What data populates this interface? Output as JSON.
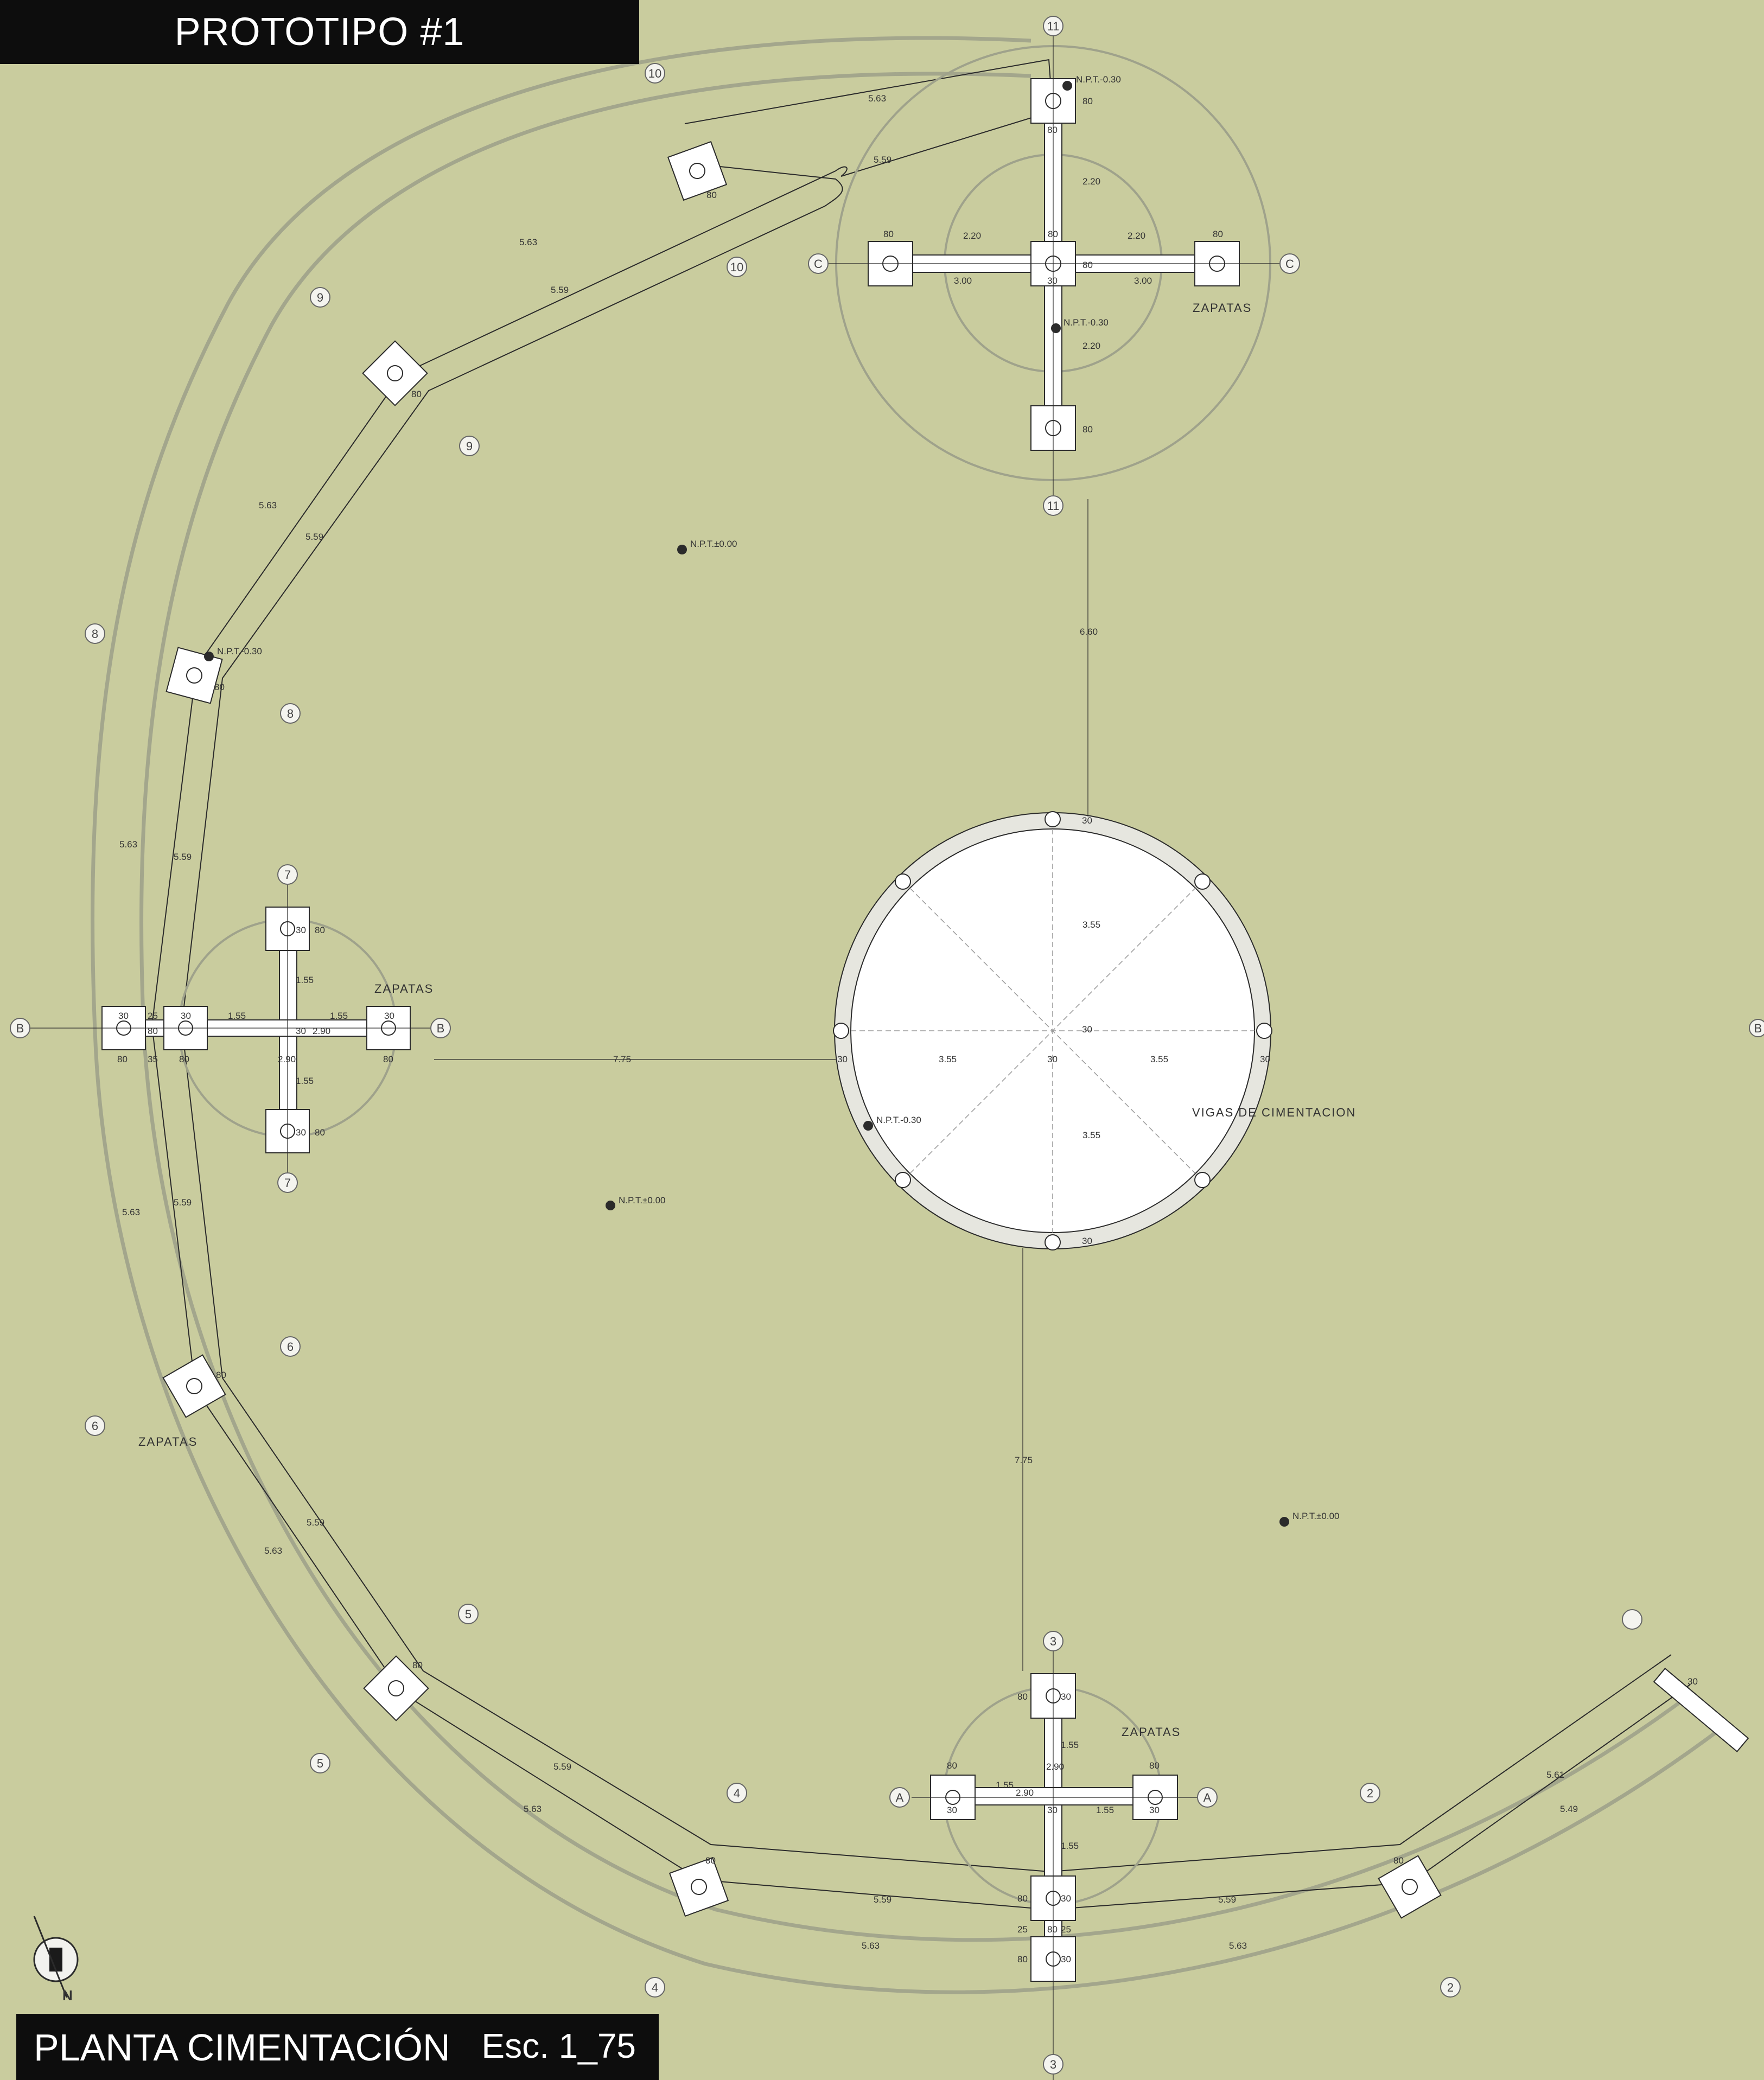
{
  "title": "PROTOTIPO #1",
  "footer": {
    "sheet_title": "PLANTA CIMENTACIÓN",
    "scale": "Esc. 1_75"
  },
  "north_symbol_label": "N",
  "labels": {
    "zapatas": "ZAPATAS",
    "vigas": "VIGAS DE CIMENTACION",
    "npt_minus": "N.P.T.-0.30",
    "npt_zero": "N.P.T.±0.00"
  },
  "axes": {
    "A": "A",
    "B": "B",
    "C": "C",
    "n2": "2",
    "n3": "3",
    "n4": "4",
    "n5": "5",
    "n6": "6",
    "n7": "7",
    "n8": "8",
    "n9": "9",
    "n10": "10",
    "n11": "11"
  },
  "dims": {
    "d30": "30",
    "d80": "80",
    "d25": "25",
    "d35": "35",
    "d155": "1.55",
    "d290": "2.90",
    "d220": "2.20",
    "d300": "3.00",
    "d355": "3.55",
    "d563": "5.63",
    "d559": "5.59",
    "d561": "5.61",
    "d549": "5.49",
    "d660": "6.60",
    "d775": "7.75"
  },
  "colors": {
    "background": "#c9cc9e",
    "ink": "#2b2b2b",
    "fill": "#ffffff",
    "bands": "#b2b59a"
  }
}
